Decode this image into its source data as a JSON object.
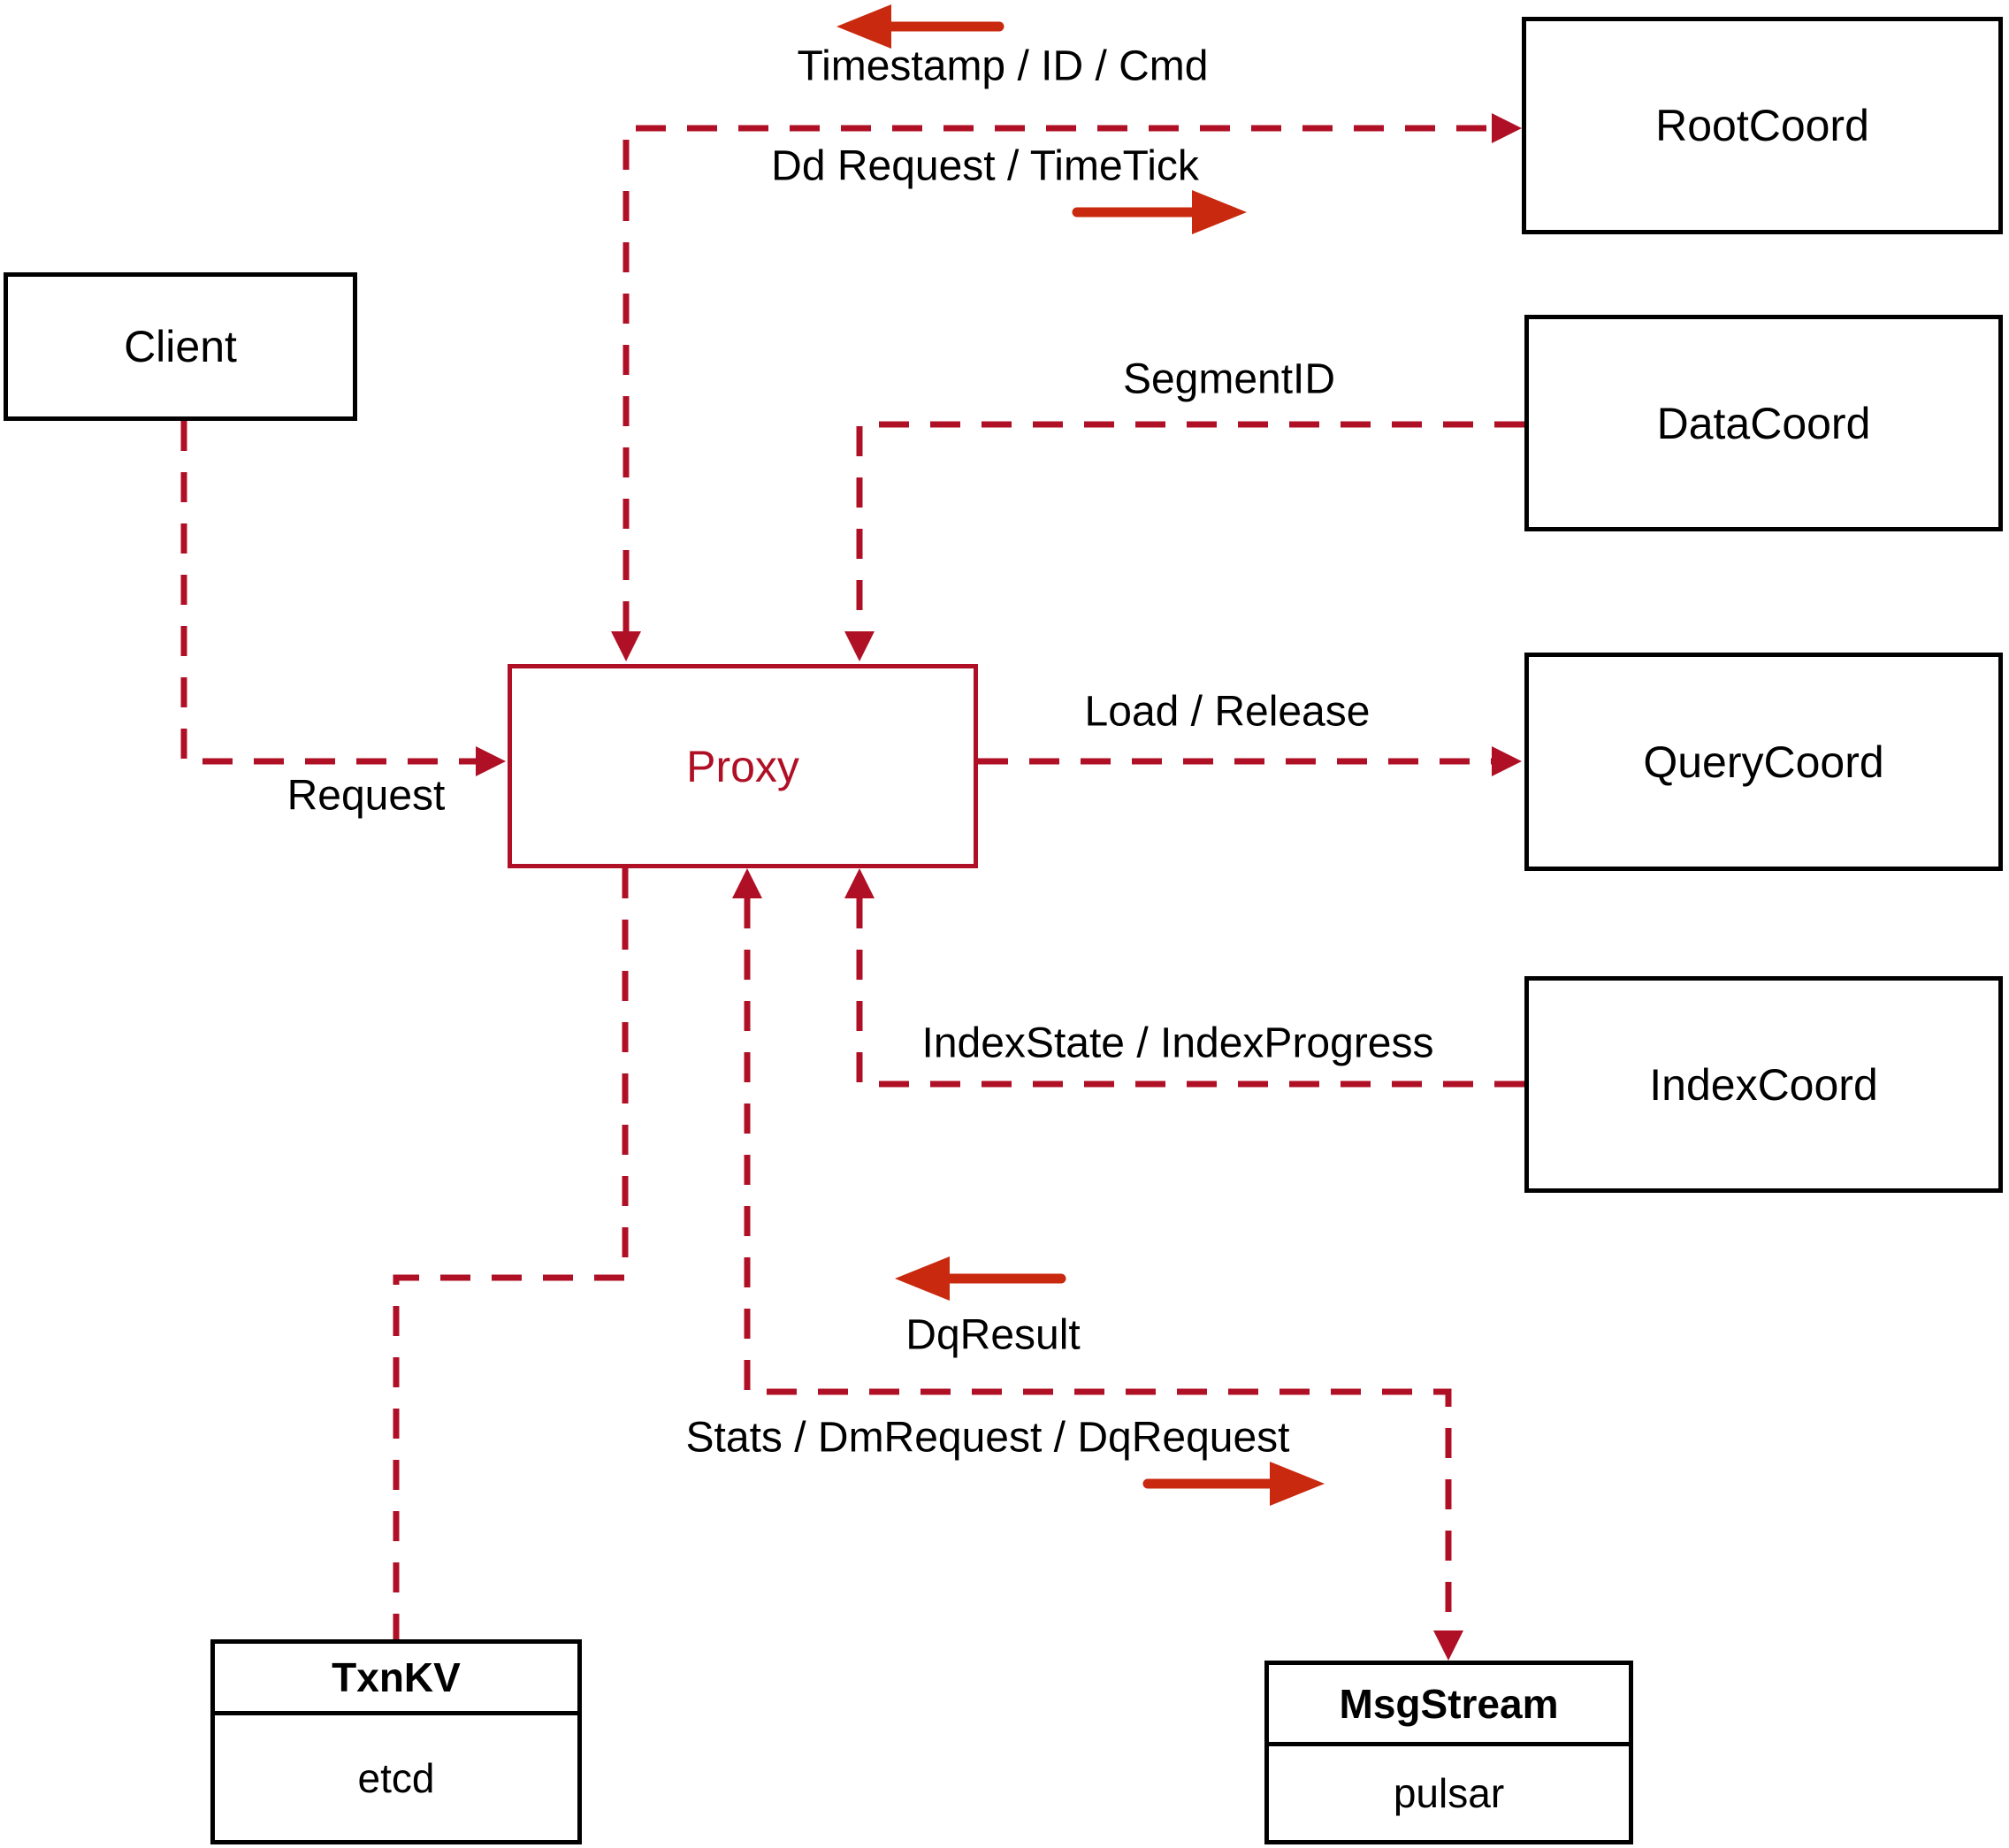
{
  "nodes": {
    "client": {
      "label": "Client"
    },
    "proxy": {
      "label": "Proxy"
    },
    "rootcoord": {
      "label": "RootCoord"
    },
    "datacoord": {
      "label": "DataCoord"
    },
    "querycoord": {
      "label": "QueryCoord"
    },
    "indexcoord": {
      "label": "IndexCoord"
    },
    "txnkv": {
      "title": "TxnKV",
      "body": "etcd"
    },
    "msgstream": {
      "title": "MsgStream",
      "body": "pulsar"
    }
  },
  "edge_labels": {
    "timestamp_id_cmd": "Timestamp / ID / Cmd",
    "dd_request_timetick": "Dd Request / TimeTick",
    "segment_id": "SegmentID",
    "load_release": "Load / Release",
    "index_state_progress": "IndexState / IndexProgress",
    "request": "Request",
    "dq_result": "DqResult",
    "stats_dm_dq_request": "Stats / DmRequest / DqRequest"
  },
  "colors": {
    "dashed_line_red": "#b01026",
    "solid_arrow_red": "#c9290e",
    "box_border_black": "#000000",
    "text_black": "#000000",
    "background": "#ffffff"
  }
}
